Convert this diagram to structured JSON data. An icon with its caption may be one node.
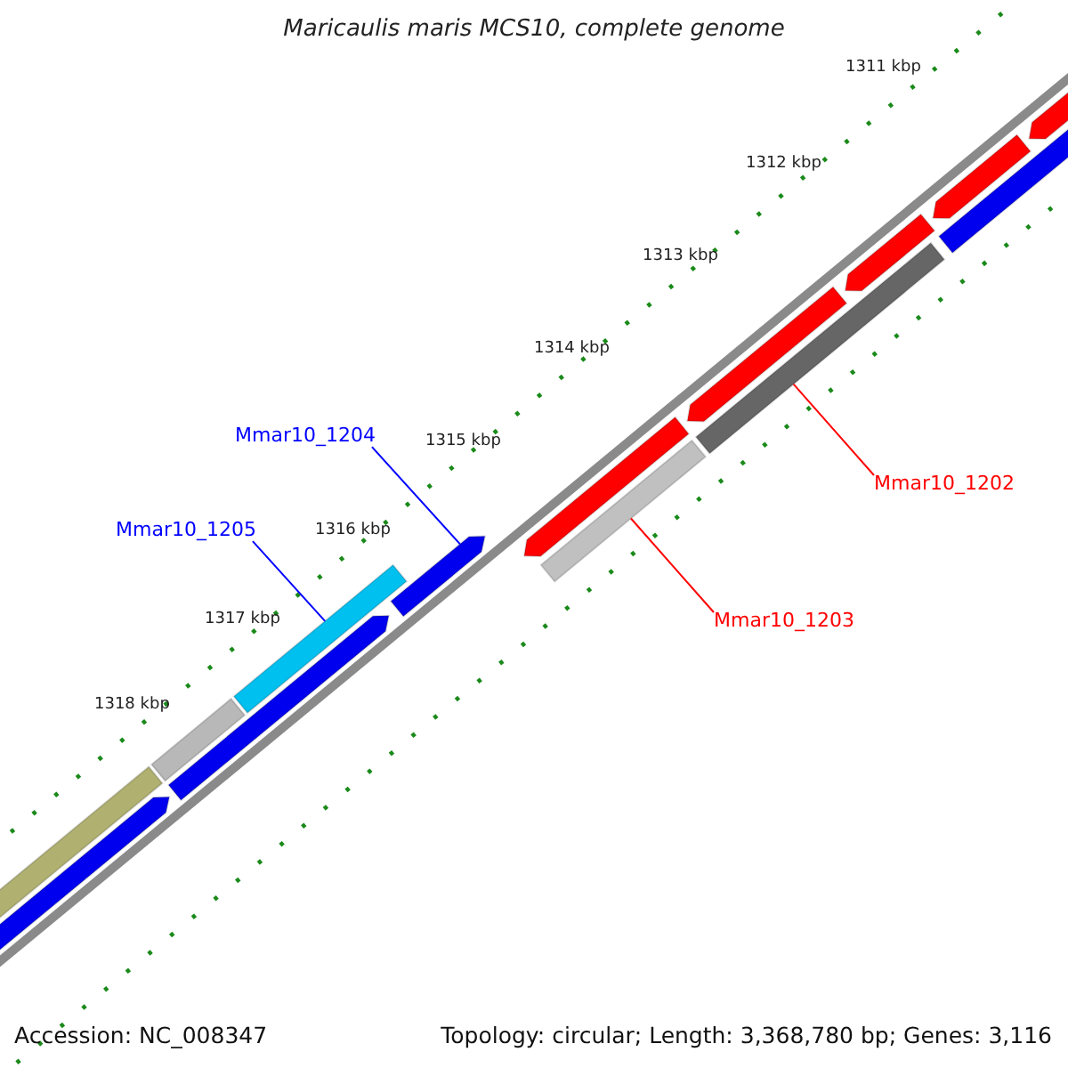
{
  "diagram": {
    "title": "Maricaulis maris MCS10, complete genome",
    "nodes": [
      {
        "text": [
          "Mmar10_1204"
        ]
      },
      {
        "text": [],
        "shape": "bar"
      },
      {
        "text": [
          "Mmar10_1205"
        ]
      },
      {
        "text": [],
        "shape": "bar"
      },
      {
        "text": [
          "Mmar10_1202"
        ]
      },
      {
        "text": [],
        "shape": "bar"
      },
      {
        "text": [
          "Mmar10_1203"
        ]
      },
      {
        "text": [],
        "shape": "bar"
      },
      {
        "text": [],
        "shape": "bar"
      },
      {
        "text": [],
        "shape": "bar"
      },
      {
        "text": [],
        "shape": "bar"
      },
      {
        "text": [],
        "shape": "bar"
      },
      {
        "text": [],
        "shape": "bar"
      },
      {
        "text": [],
        "shape": "bar"
      },
      {
        "text": [],
        "shape": "bar"
      },
      {
        "text": [],
        "shape": "bar"
      },
      {
        "text": [],
        "shape": "bar"
      },
      {
        "text": [],
        "shape": "bar"
      }
    ],
    "edges": [
      {
        "from": 0,
        "to": 1,
        "arrow": "none",
        "color": "#0000ff"
      },
      {
        "from": 2,
        "to": 3,
        "arrow": "none",
        "color": "#0000ff"
      },
      {
        "from": 4,
        "to": 5,
        "arrow": "none",
        "color": "#ff0000"
      },
      {
        "from": 6,
        "to": 7,
        "arrow": "none",
        "color": "#ff0000"
      }
    ],
    "labels": [
      "1311 kbp",
      "1312 kbp",
      "1313 kbp",
      "1314 kbp",
      "1315 kbp",
      "1316 kbp",
      "1317 kbp",
      "1318 kbp",
      "Accession: NC_008347",
      "Topology: circular; Length: 3,368,780 bp; Genes: 3,116"
    ]
  }
}
